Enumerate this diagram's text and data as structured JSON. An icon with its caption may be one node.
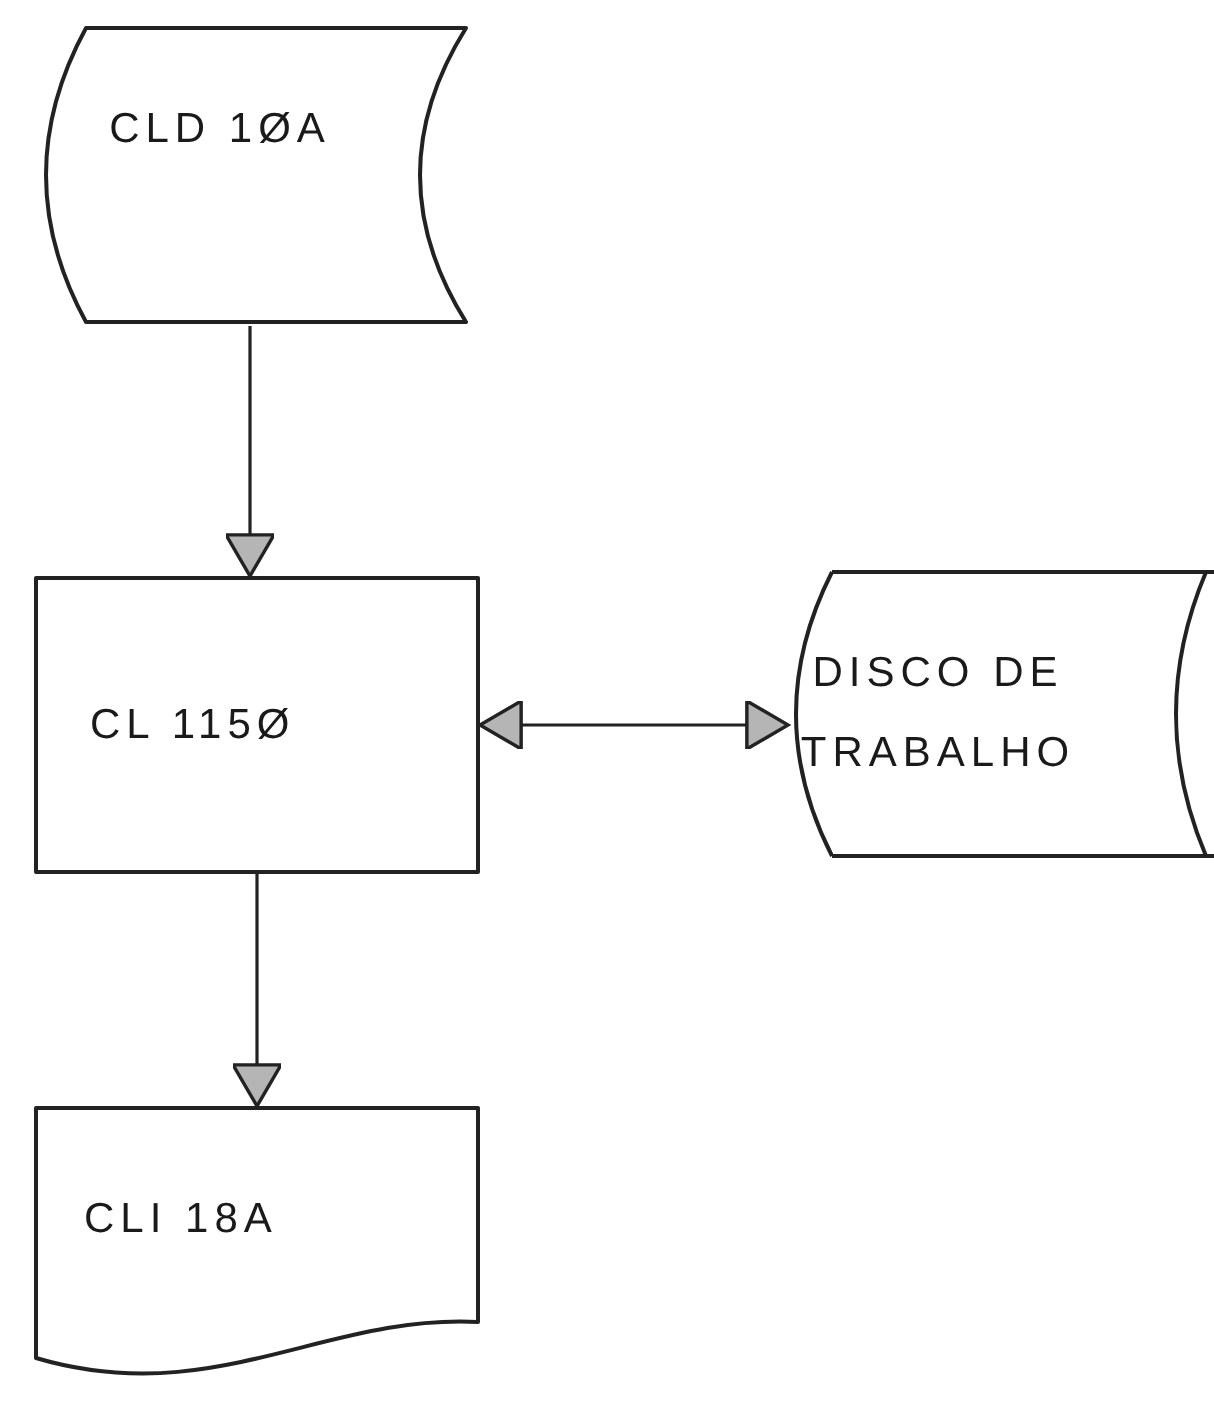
{
  "diagram": {
    "nodes": [
      {
        "text": [
          "CLD 1ØA"
        ]
      },
      {
        "text": [
          "CL 115Ø"
        ]
      },
      {
        "text": [
          "DISCO DE TRABALHO"
        ]
      },
      {
        "text": [
          "CLI 18A"
        ]
      }
    ],
    "edges": [
      {
        "from": 0,
        "to": 1,
        "arrow": "to"
      },
      {
        "from": 1,
        "to": 2,
        "arrow": "both"
      },
      {
        "from": 1,
        "to": 3,
        "arrow": "to"
      }
    ]
  }
}
